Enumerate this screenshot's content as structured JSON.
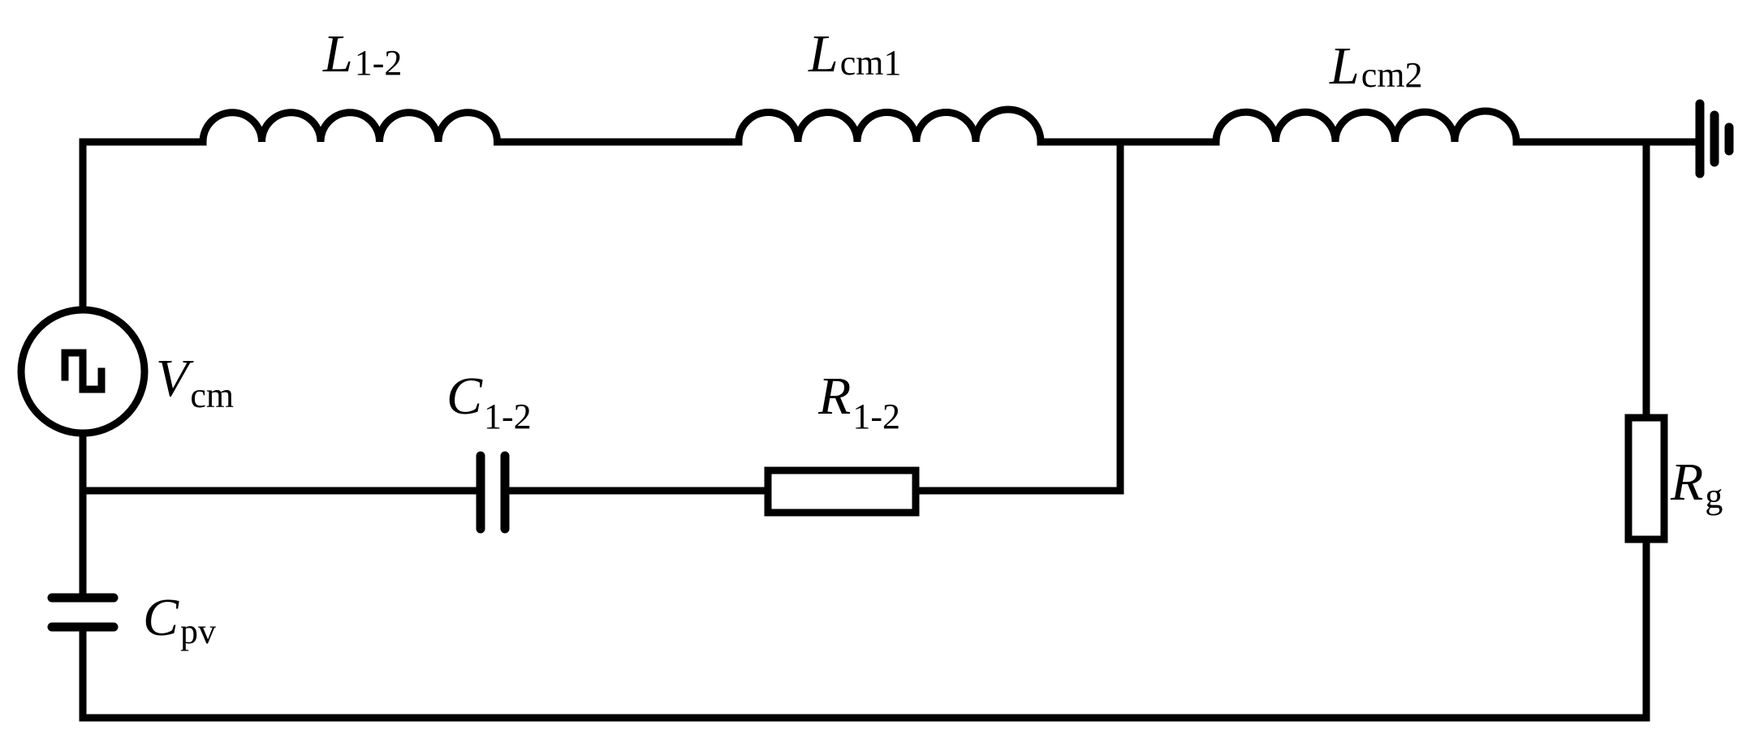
{
  "labels": {
    "l12": {
      "main": "L",
      "sub": "1-2"
    },
    "lcm1": {
      "main": "L",
      "sub": "cm1"
    },
    "lcm2": {
      "main": "L",
      "sub": "cm2"
    },
    "vcm": {
      "main": "V",
      "sub": "cm"
    },
    "c12": {
      "main": "C",
      "sub": "1-2"
    },
    "r12": {
      "main": "R",
      "sub": "1-2"
    },
    "rg": {
      "main": "R",
      "sub": "g"
    },
    "cpv": {
      "main": "C",
      "sub": "pv"
    }
  }
}
